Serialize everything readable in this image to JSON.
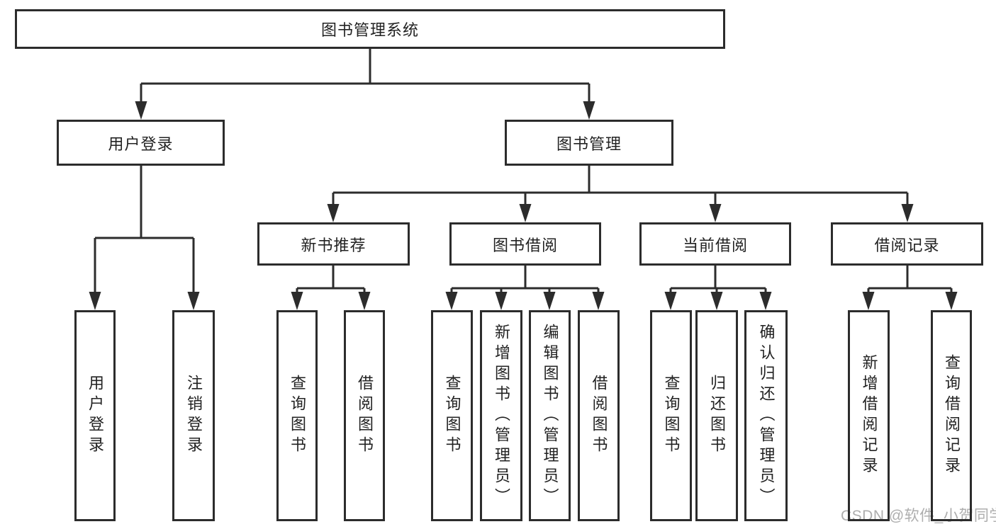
{
  "diagram": {
    "root": {
      "label": "图书管理系统"
    },
    "level2": [
      {
        "label": "用户登录"
      },
      {
        "label": "图书管理"
      }
    ],
    "level3": [
      {
        "label": "新书推荐"
      },
      {
        "label": "图书借阅"
      },
      {
        "label": "当前借阅"
      },
      {
        "label": "借阅记录"
      }
    ],
    "leaves": {
      "login": [
        {
          "label": "用户登录"
        },
        {
          "label": "注销登录"
        }
      ],
      "new_book": [
        {
          "label": "查询图书"
        },
        {
          "label": "借阅图书"
        }
      ],
      "borrow": [
        {
          "label": "查询图书"
        },
        {
          "label": "新增图书（管理员）"
        },
        {
          "label": "编辑图书（管理员）"
        },
        {
          "label": "借阅图书"
        }
      ],
      "current": [
        {
          "label": "查询图书"
        },
        {
          "label": "归还图书"
        },
        {
          "label": "确认归还（管理员）"
        }
      ],
      "records": [
        {
          "label": "新增借阅记录"
        },
        {
          "label": "查询借阅记录"
        }
      ]
    },
    "watermark": "CSDN @软件_小贺同学",
    "colors": {
      "line": "#2c2c2c",
      "text": "#222222",
      "watermark": "#aeaeae",
      "background": "#ffffff",
      "node_fill": "#ffffff"
    }
  }
}
